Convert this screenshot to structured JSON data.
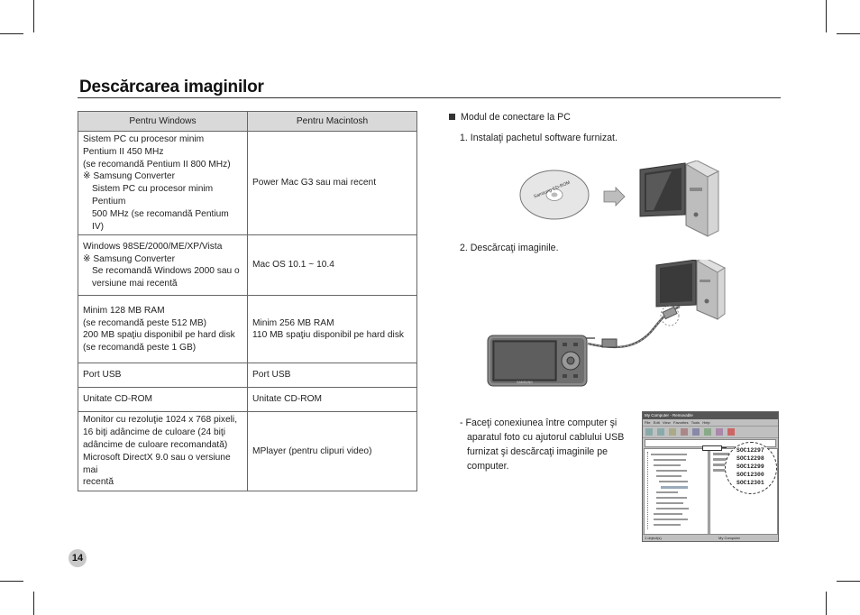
{
  "page": {
    "title": "Descărcarea imaginilor",
    "page_number": "14"
  },
  "table": {
    "headers": [
      "Pentru Windows",
      "Pentru Macintosh"
    ],
    "rows": [
      {
        "windows": [
          {
            "text": "Sistem PC cu procesor minim",
            "indent": false
          },
          {
            "text": "Pentium II 450 MHz",
            "indent": false
          },
          {
            "text": "(se recomandă Pentium II 800 MHz)",
            "indent": false
          },
          {
            "text": "※ Samsung Converter",
            "indent": false
          },
          {
            "text": "Sistem PC cu procesor minim Pentium",
            "indent": true
          },
          {
            "text": "500 MHz (se recomandă Pentium IV)",
            "indent": true
          }
        ],
        "mac": [
          "Power Mac G3 sau mai recent"
        ],
        "height": 95
      },
      {
        "windows": [
          {
            "text": "Windows 98SE/2000/ME/XP/Vista",
            "indent": false
          },
          {
            "text": "※ Samsung Converter",
            "indent": false
          },
          {
            "text": "Se recomandă Windows 2000 sau o",
            "indent": true
          },
          {
            "text": "versiune mai recentă",
            "indent": true
          }
        ],
        "mac": [
          "Mac OS 10.1 ~ 10.4"
        ],
        "height": 67
      },
      {
        "windows": [
          {
            "text": "Minim 128 MB RAM",
            "indent": false
          },
          {
            "text": "(se recomandă peste 512 MB)",
            "indent": false
          },
          {
            "text": "200 MB spaţiu disponibil pe hard disk",
            "indent": false
          },
          {
            "text": "(se recomandă peste 1 GB)",
            "indent": false
          }
        ],
        "mac": [
          "Minim 256 MB RAM",
          "110 MB spaţiu disponibil pe hard disk"
        ],
        "height": 75
      },
      {
        "windows": [
          {
            "text": "Port USB",
            "indent": false
          }
        ],
        "mac": [
          "Port USB"
        ],
        "height": 27
      },
      {
        "windows": [
          {
            "text": "Unitate CD-ROM",
            "indent": false
          }
        ],
        "mac": [
          "Unitate CD-ROM"
        ],
        "height": 27
      },
      {
        "windows": [
          {
            "text": "Monitor cu rezoluţie 1024 x 768 pixeli,",
            "indent": false
          },
          {
            "text": "16 biţi adâncime de culoare (24 biţi",
            "indent": false
          },
          {
            "text": "adâncime de culoare recomandată)",
            "indent": false
          },
          {
            "text": "Microsoft DirectX 9.0 sau o versiune mai",
            "indent": false
          },
          {
            "text": "recentă",
            "indent": false
          }
        ],
        "mac": [
          "MPlayer (pentru clipuri video)"
        ],
        "height": 81
      }
    ]
  },
  "right": {
    "section_title": "Modul de conectare la PC",
    "step1": "1. Instalaţi pachetul software furnizat.",
    "step2": "2. Descărcaţi imaginile.",
    "note_lines": [
      "- Faceţi conexiunea între computer şi",
      "aparatul foto cu ajutorul cablului USB",
      "furnizat şi descărcaţi imaginile  pe",
      "computer."
    ]
  },
  "illustration": {
    "cd_label": "Samsung CD-ROM",
    "camera_brand": "SAMSUNG",
    "explorer": {
      "title": "My Computer - Removable",
      "menu": [
        "File",
        "Edit",
        "View",
        "Favorites",
        "Tools",
        "Help"
      ],
      "files_zoomed": [
        "SOC12297",
        "SOC12298",
        "SOC12299",
        "SOC12300",
        "SOC12301"
      ],
      "status": "1 object(s)",
      "status_right": "My Computer"
    }
  }
}
